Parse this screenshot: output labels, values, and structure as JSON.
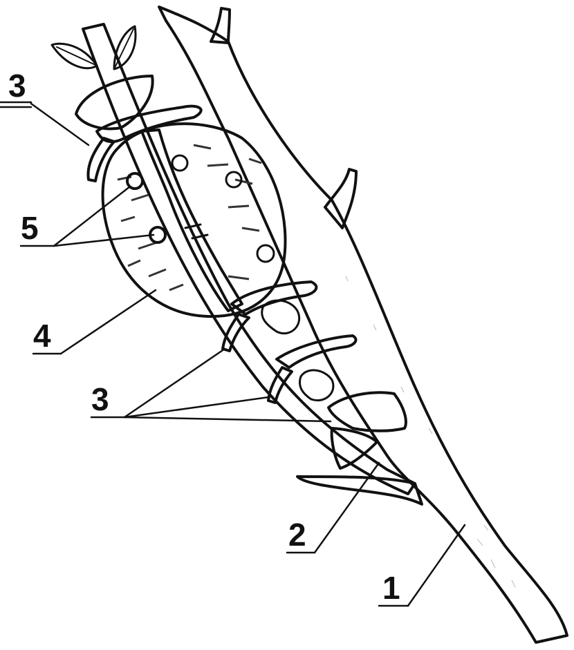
{
  "labels": {
    "trunk": "1",
    "scion": "2",
    "ties_top": "3",
    "ties_bottom": "3",
    "potato": "4",
    "eyes": "5"
  },
  "colors": {
    "ink": "#111111",
    "paper": "#ffffff",
    "bark_fill": "#f4f4f4",
    "potato_fill": "#e2e2e2"
  }
}
